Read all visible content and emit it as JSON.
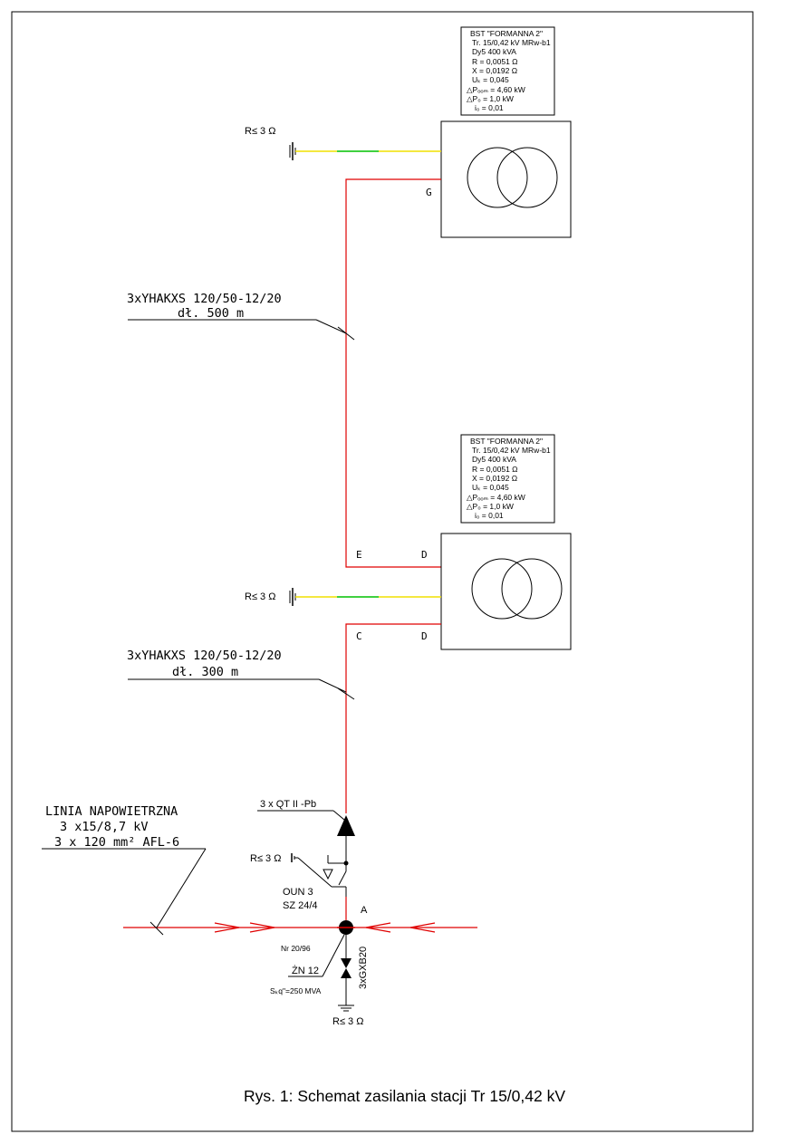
{
  "transformer_top": {
    "spec": [
      "BST \"FORMANNA 2\"",
      "Tr. 15/0,42 kV MRw-b1",
      "Dy5 400 kVA",
      "R = 0,0051 Ω",
      "X = 0,0192 Ω",
      "Uₖ = 0,045",
      "△Pₒₒₘ = 4,60 kW",
      "△P₀ = 1,0 kW",
      "i₀ = 0,01"
    ],
    "node_g": "G"
  },
  "transformer_bottom": {
    "spec": [
      "BST \"FORMANNA 2\"",
      "Tr. 15/0,42 kV MRw-b1",
      "Dy5 400 kVA",
      "R = 0,0051 Ω",
      "X = 0,0192 Ω",
      "Uₖ = 0,045",
      "△Pₒₒₘ = 4,60 kW",
      "△P₀ = 1,0 kW",
      "i₀ = 0,01"
    ],
    "node_e": "E",
    "node_d_top": "D",
    "node_c": "C",
    "node_d_bottom": "D"
  },
  "ground_top": "R≤ 3 Ω",
  "ground_mid": "R≤ 3 Ω",
  "ground_sw": "R≤ 3 Ω",
  "ground_bottom": "R≤ 3 Ω",
  "cable_top": {
    "type": "3xYHAKXS  120/50-12/20",
    "length": "dł.  500  m"
  },
  "cable_bottom": {
    "type": "3xYHAKXS  120/50-12/20",
    "length": "dł.  300  m"
  },
  "head": "3 x QT II -Pb",
  "switch": {
    "name": "OUN 3",
    "type": "SZ 24/4"
  },
  "node_a": "A",
  "pole": {
    "nr": "Nr 20/96",
    "type": "ŻN 12",
    "sk": "Sₖq\"=250 MVA"
  },
  "arrester": "3xGXB20",
  "overhead": {
    "l1": "LINIA  NAPOWIETRZNA",
    "l2": "3  x15/8,7  kV",
    "l3": "3  x  120  mm²  AFL-6"
  },
  "caption": "Rys. 1: Schemat zasilania stacji Tr 15/0,42 kV",
  "colors": {
    "line": "#e00000",
    "pe_yellow": "#f0e000",
    "pe_green": "#00c000"
  }
}
